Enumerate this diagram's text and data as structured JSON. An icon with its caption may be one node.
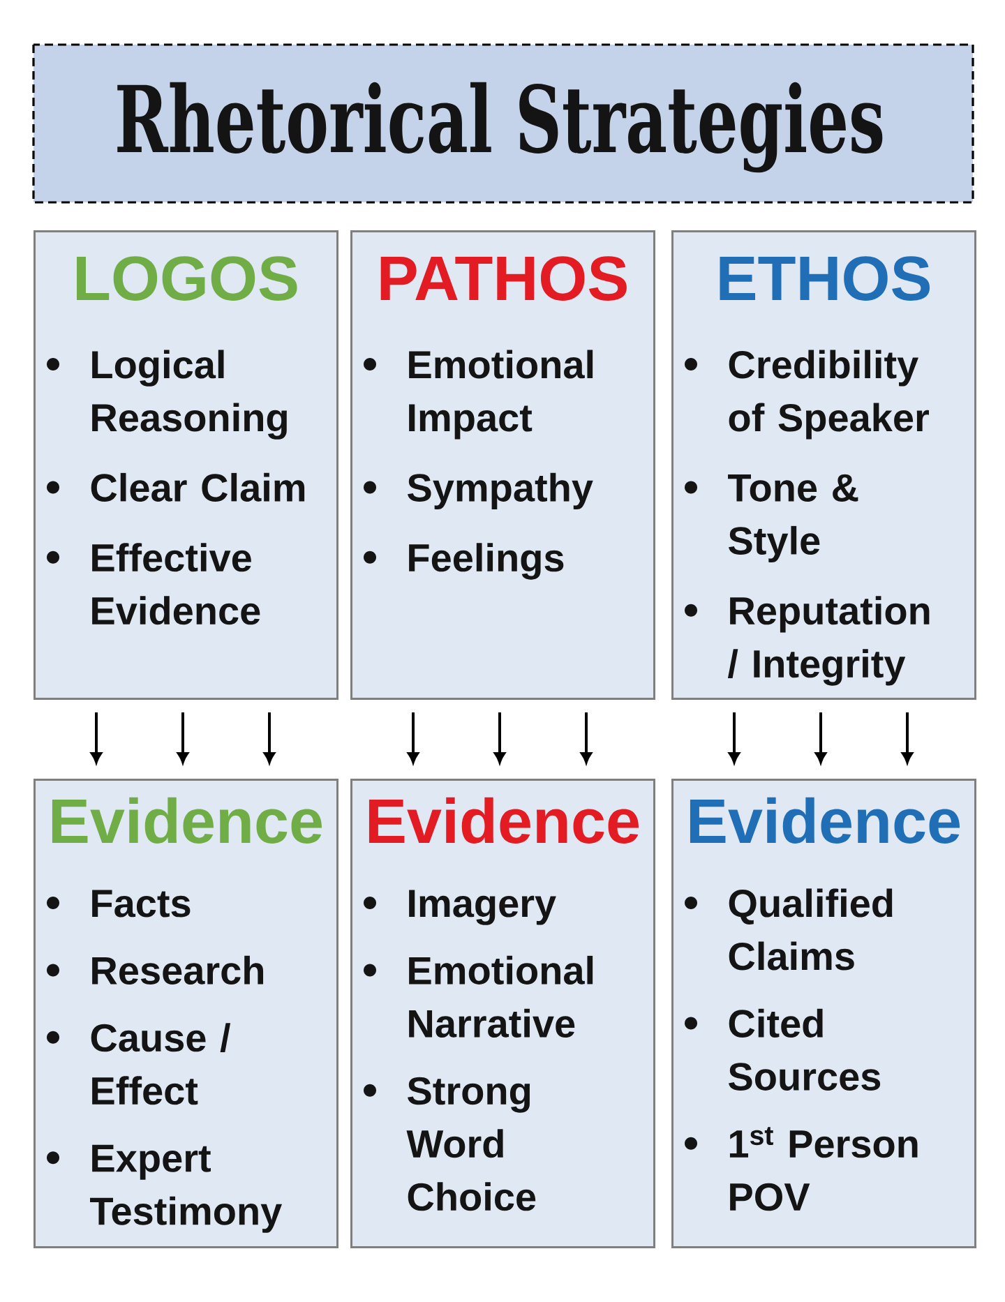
{
  "diagram": {
    "title": "Rhetorical Strategies",
    "nodes": [
      {
        "text": [
          "LOGOS",
          "Logical Reasoning",
          "Clear Claim",
          "Effective Evidence"
        ]
      },
      {
        "text": [
          "PATHOS",
          "Emotional Impact",
          "Sympathy",
          "Feelings"
        ]
      },
      {
        "text": [
          "ETHOS",
          "Credibility of Speaker",
          "Tone & Style",
          "Reputation / Integrity"
        ]
      },
      {
        "text": [
          "Evidence",
          "Facts",
          "Research",
          "Cause / Effect",
          "Expert Testimony"
        ]
      },
      {
        "text": [
          "Evidence",
          "Imagery",
          "Emotional Narrative",
          "Strong Word Choice"
        ]
      },
      {
        "text": [
          "Evidence",
          "Qualified Claims",
          "Cited Sources",
          "1$^{st}$ Person POV"
        ]
      }
    ],
    "edges": [
      {
        "from": 0,
        "to": 3,
        "arrow": "to"
      },
      {
        "from": 0,
        "to": 3,
        "arrow": "to"
      },
      {
        "from": 0,
        "to": 3,
        "arrow": "to"
      },
      {
        "from": 1,
        "to": 4,
        "arrow": "to"
      },
      {
        "from": 1,
        "to": 4,
        "arrow": "to"
      },
      {
        "from": 1,
        "to": 4,
        "arrow": "to"
      },
      {
        "from": 2,
        "to": 5,
        "arrow": "to"
      },
      {
        "from": 2,
        "to": 5,
        "arrow": "to"
      },
      {
        "from": 2,
        "to": 5,
        "arrow": "to"
      }
    ]
  }
}
